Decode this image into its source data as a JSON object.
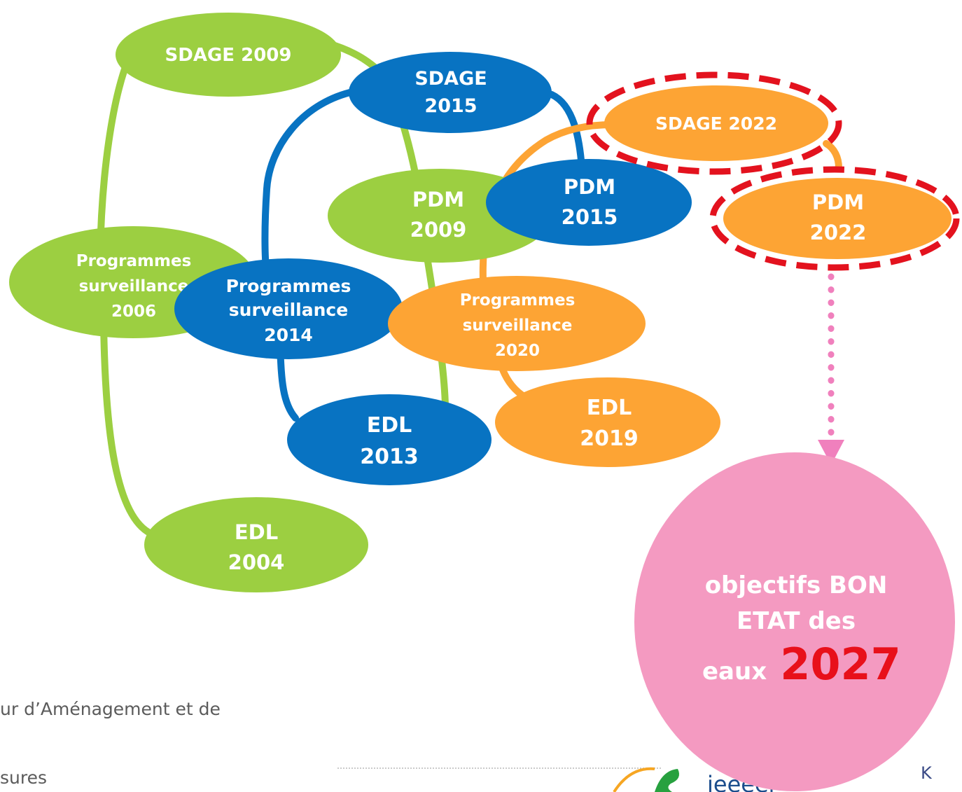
{
  "colors": {
    "green": "#9ccf41",
    "blue": "#0873c2",
    "orange": "#fda434",
    "pink": "#f49ac1",
    "highlight_dash": "#e3121e",
    "pink_arrow": "#f080bd",
    "year_red": "#e8101a"
  },
  "nodes": {
    "sdage_2009": [
      "SDAGE 2009"
    ],
    "sdage_2015": [
      "SDAGE",
      "2015"
    ],
    "sdage_2022": [
      "SDAGE 2022"
    ],
    "pdm_2009": [
      "PDM",
      "2009"
    ],
    "pdm_2015": [
      "PDM",
      "2015"
    ],
    "pdm_2022": [
      "PDM",
      "2022"
    ],
    "prog_2006": [
      "Programmes",
      "surveillance",
      "2006"
    ],
    "prog_2014": [
      "Programmes",
      "surveillance",
      "2014"
    ],
    "prog_2020": [
      "Programmes",
      "surveillance",
      "2020"
    ],
    "edl_2004": [
      "EDL",
      "2004"
    ],
    "edl_2013": [
      "EDL",
      "2013"
    ],
    "edl_2019": [
      "EDL",
      "2019"
    ]
  },
  "goal": {
    "line1": "objectifs BON",
    "line2": "ETAT des",
    "line3_prefix": "eaux",
    "year": "2027"
  },
  "background_text": {
    "line1": "ur d’Aménagement et de",
    "line2": "sures"
  },
  "footer_logo": {
    "partial_text": "ieeeer",
    "corner_glyph": "K"
  }
}
